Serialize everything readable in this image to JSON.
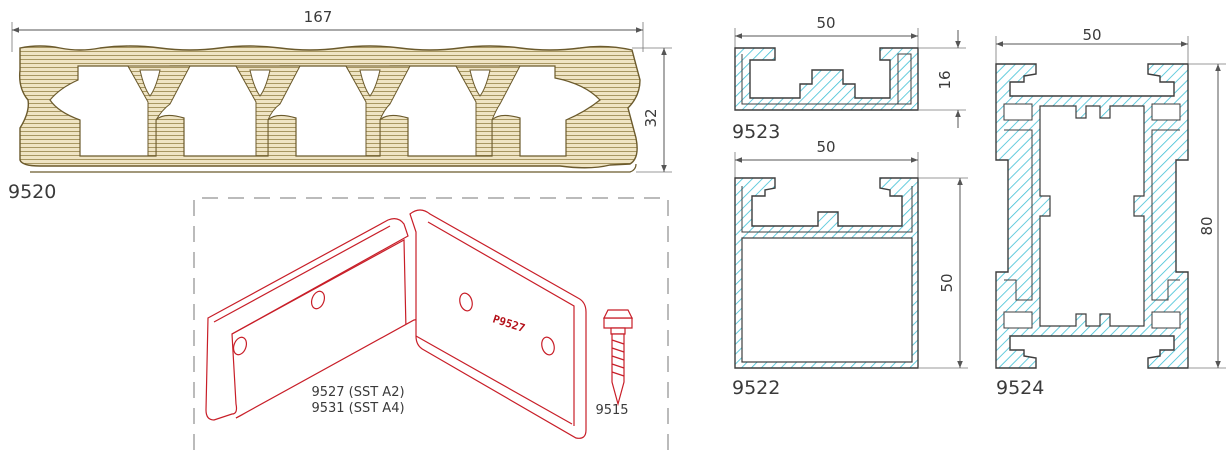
{
  "colors": {
    "board_fill": "#e8dcb8",
    "board_stroke": "#6b5a2c",
    "alu_stroke": "#3d3d3d",
    "hatch": "#3fc0d6",
    "bracket_stroke": "#c81e28",
    "dim_line": "#555555",
    "text": "#3a3a3a"
  },
  "profile_9520": {
    "code": "9520",
    "width": "167",
    "height": "32"
  },
  "profile_9523": {
    "code": "9523",
    "width": "50",
    "height": "16"
  },
  "profile_9522": {
    "code": "9522",
    "width": "50",
    "height": "50"
  },
  "profile_9524": {
    "code": "9524",
    "width": "50",
    "height": "80"
  },
  "bracket": {
    "label_a2": "9527 (SST A2)",
    "label_a4": "9531 (SST A4)",
    "stamp": "P9527"
  },
  "screw": {
    "code": "9515"
  }
}
